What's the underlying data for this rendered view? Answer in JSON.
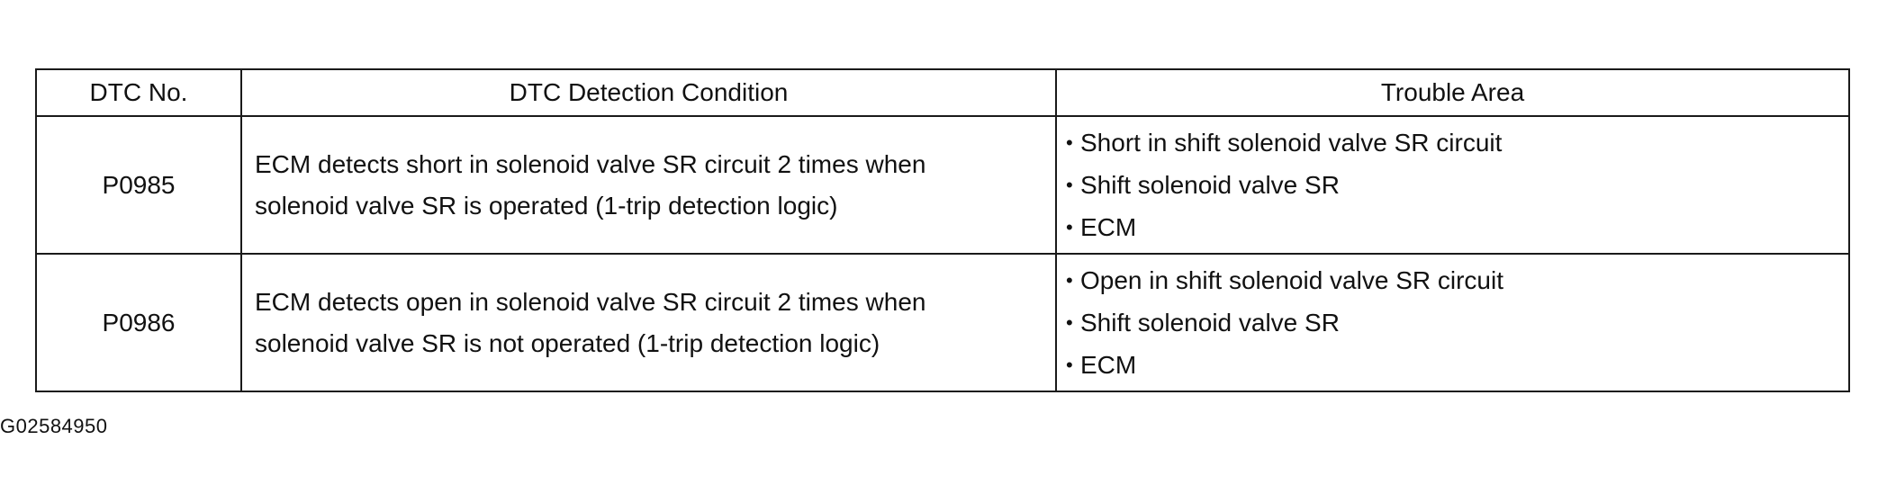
{
  "table": {
    "headers": {
      "dtc_no": "DTC No.",
      "condition": "DTC Detection Condition",
      "trouble_area": "Trouble Area"
    },
    "rows": [
      {
        "dtc_no": "P0985",
        "condition_lines": [
          "ECM detects short in solenoid valve SR circuit 2 times when",
          "solenoid valve SR is operated (1-trip detection logic)"
        ],
        "trouble_area": [
          "Short in shift solenoid valve SR circuit",
          "Shift solenoid valve SR",
          "ECM"
        ]
      },
      {
        "dtc_no": "P0986",
        "condition_lines": [
          "ECM detects open in solenoid valve SR circuit 2 times when",
          "solenoid valve SR is not operated (1-trip detection logic)"
        ],
        "trouble_area": [
          "Open in shift solenoid valve SR circuit",
          "Shift solenoid valve SR",
          "ECM"
        ]
      }
    ]
  },
  "figure_id": "G02584950",
  "bullet_glyph": "•"
}
